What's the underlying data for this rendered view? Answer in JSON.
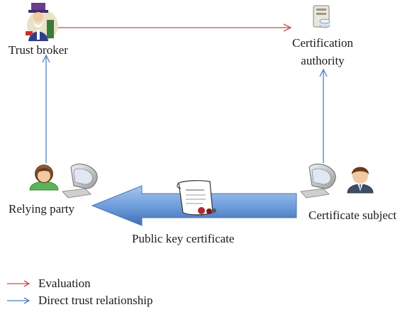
{
  "nodes": {
    "trust_broker": "Trust broker",
    "certification_authority_line1": "Certification",
    "certification_authority_line2": "authority",
    "relying_party": "Relying party",
    "certificate_subject": "Certificate subject"
  },
  "edges": {
    "public_key_certificate": "Public key certificate"
  },
  "legend": {
    "evaluation": "Evaluation",
    "direct_trust": "Direct trust relationship"
  },
  "colors": {
    "evaluation": "#c0504d",
    "direct_trust": "#4f81bd",
    "big_arrow": "#5b8fd0"
  }
}
